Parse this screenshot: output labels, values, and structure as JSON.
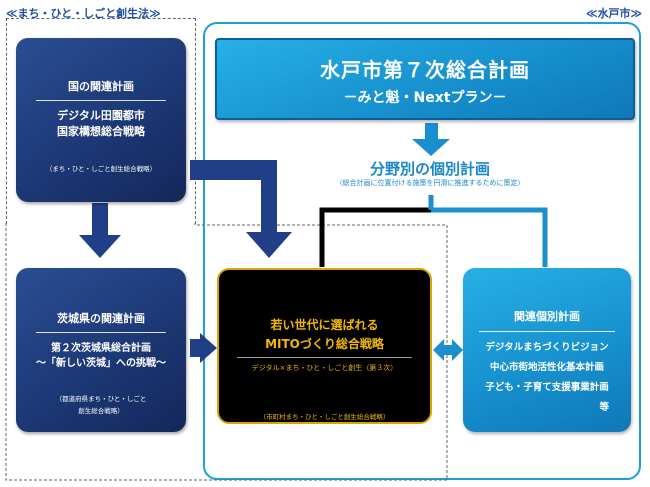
{
  "labels": {
    "left_law": "≪まち・ひと・しごと創生法≫",
    "right_city": "≪水戸市≫"
  },
  "mito_plan": {
    "title": "水戸市第７次総合計画",
    "subtitle": "－みと魁・Nextプラン－"
  },
  "individual_plans": {
    "title": "分野別の個別計画",
    "note": "（総合計画に位置付ける施策を円滑に推進するために策定）"
  },
  "national": {
    "title": "国の関連計画",
    "line1": "デジタル田園都市",
    "line2": "国家構想総合戦略",
    "note": "（まち・ひと・しごと創生総合戦略）"
  },
  "prefecture": {
    "title": "茨城県の関連計画",
    "line1": "第２次茨城県総合計画",
    "line2": "～「新しい茨城」への挑戦～",
    "note1": "（都道府県まち・ひと・しごと",
    "note2": "創生総合戦略）"
  },
  "strategy": {
    "line1": "若い世代に選ばれる",
    "line2": "MITOづくり総合戦略",
    "line3": "デジタル×まち・ひと・しごと創生（第３次）",
    "note": "（市町村まち・ひと・しごと創生総合戦略）"
  },
  "related": {
    "title": "関連個別計画",
    "items": [
      "デジタルまちづくりビジョン",
      "中心市街地活性化基本計画",
      "子ども・子育て支援事業計画",
      "等"
    ]
  },
  "colors": {
    "navy": "#1d3876",
    "cyan": "#1791cf",
    "gold": "#d8a700",
    "label": "#1f4fa0"
  }
}
